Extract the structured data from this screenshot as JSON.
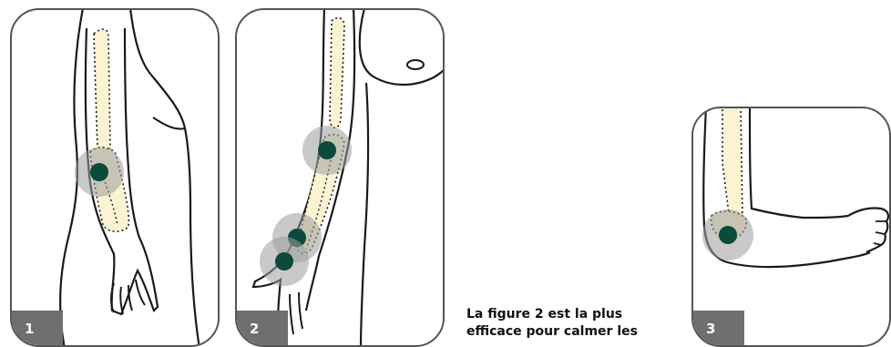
{
  "panels": [
    {
      "badge": "1"
    },
    {
      "badge": "2"
    },
    {
      "badge": "3"
    }
  ],
  "caption": "La figure 2 est la plus efficace pour calmer les",
  "colors": {
    "outline": "#1a1a1a",
    "bone": "#fbf3d2",
    "point": "#0b4a3c",
    "halo": "#9c9c9c",
    "badge_bg": "#6f6f6f",
    "panel_border": "#555555"
  }
}
